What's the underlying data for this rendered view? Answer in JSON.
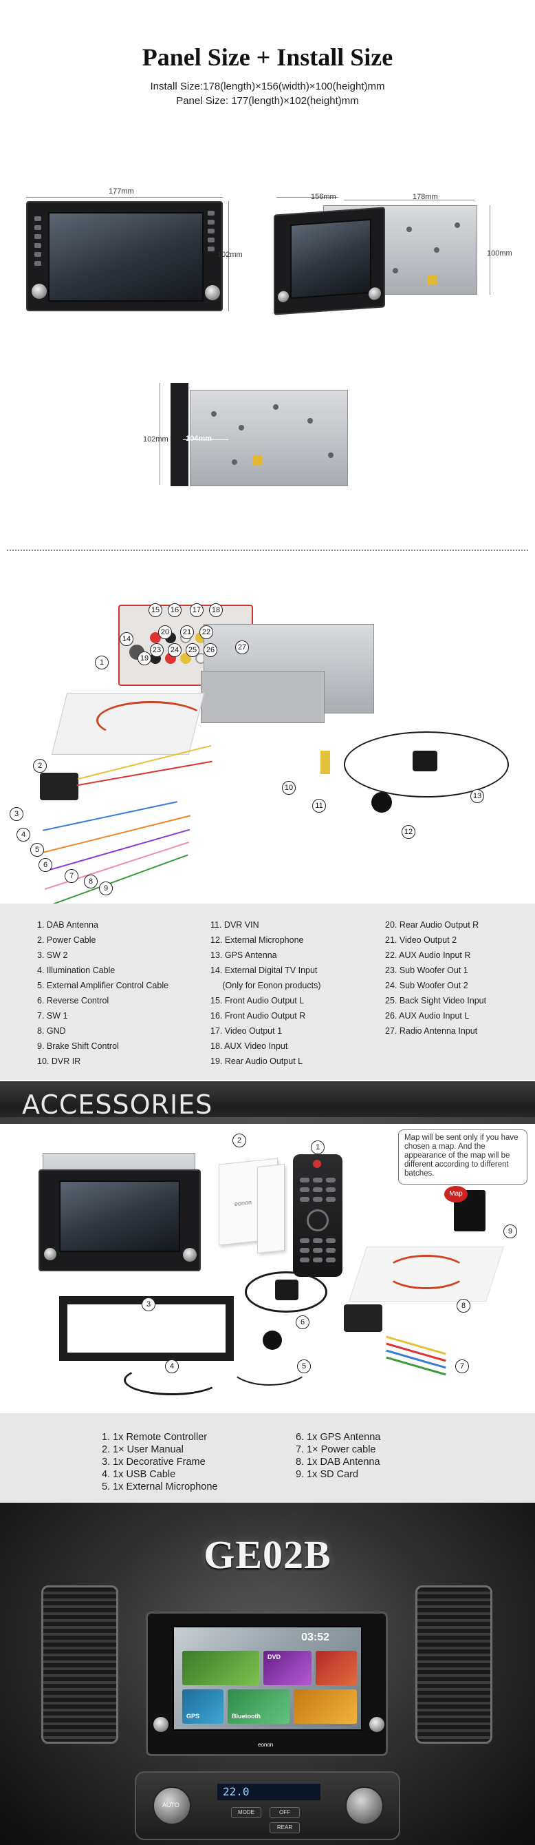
{
  "size": {
    "title": "Panel Size + Install Size",
    "install_size": "Install Size:178(length)×156(width)×100(height)mm",
    "panel_size": "Panel Size: 177(length)×102(height)mm",
    "front_width": "177mm",
    "front_height": "102mm",
    "depth": "156mm",
    "side_width": "178mm",
    "side_height": "100mm",
    "back_height": "102mm",
    "back_width": "104mm"
  },
  "wiring": {
    "callouts": [
      "1",
      "2",
      "3",
      "4",
      "5",
      "6",
      "7",
      "8",
      "9",
      "10",
      "11",
      "12",
      "13",
      "14",
      "15",
      "16",
      "17",
      "18",
      "19",
      "20",
      "21",
      "22",
      "23",
      "24",
      "25",
      "26",
      "27"
    ]
  },
  "legend": {
    "col1": [
      "1.  DAB Antenna",
      "2.  Power Cable",
      "3.  SW 2",
      "4.  Illumination Cable",
      "5.  External Amplifier Control Cable",
      "6.  Reverse Control",
      "7.  SW 1",
      "8.  GND",
      "9.  Brake Shift Control",
      "10.  DVR IR"
    ],
    "col2": [
      "11. DVR VIN",
      "12. External Microphone",
      "13. GPS Antenna",
      "14. External Digital TV Input",
      "     (Only for Eonon products)",
      "15. Front Audio Output L",
      "16. Front Audio Output R",
      "17. Video Output 1",
      "18. AUX Video Input",
      "19. Rear Audio Output L"
    ],
    "col3": [
      "20.  Rear Audio Output R",
      "21.  Video Output 2",
      "22.  AUX Audio Input R",
      "23.  Sub Woofer Out 1",
      "24.  Sub Woofer Out 2",
      "25. Back Sight Video Input",
      "26. AUX Audio Input L",
      "27. Radio Antenna Input"
    ]
  },
  "accessories": {
    "title": "ACCESSORIES",
    "note": "Map will be sent only if you have chosen a map. And the appearance of the map will be different according to different batches.",
    "sd_label": "Map",
    "callouts": [
      "1",
      "2",
      "3",
      "4",
      "5",
      "6",
      "7",
      "8",
      "9"
    ],
    "list_col1": [
      "1. 1x Remote Controller",
      "2. 1× User Manual",
      "3. 1x Decorative Frame",
      "4. 1x USB Cable",
      "5. 1x External Microphone"
    ],
    "list_col2": [
      "6. 1x GPS Antenna",
      "7. 1× Power cable",
      "8. 1x DAB Antenna",
      "9. 1x SD Card"
    ]
  },
  "car": {
    "model": "GE02B",
    "clock": "03:52",
    "dvd_label": "DVD",
    "gps_label": "GPS",
    "bt_label": "Bluetooth",
    "brand": "eonon",
    "temp": "22.0",
    "auto_label": "AUTO",
    "mode_label": "MODE",
    "off_label": "OFF",
    "rear_label": "REAR"
  },
  "colors": {
    "legend_bg": "#e9e9e9",
    "banner_bg": "#2b2b2b",
    "banner_text": "#e8e8e8"
  }
}
